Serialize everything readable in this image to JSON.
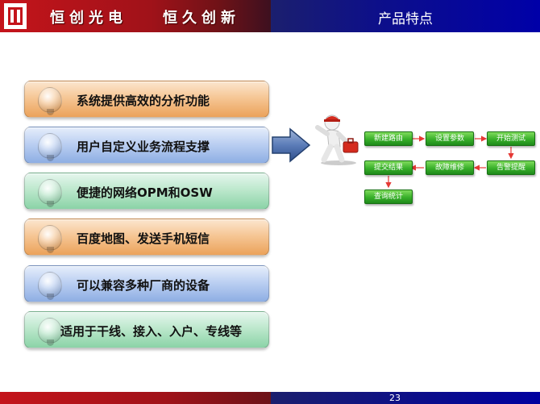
{
  "header": {
    "brand_left": "恒创光电",
    "brand_right": "恒久创新",
    "title": "产品特点"
  },
  "features": [
    {
      "label": "系统提供高效的分析功能",
      "color": "orange"
    },
    {
      "label": "用户自定义业务流程支撑",
      "color": "blue"
    },
    {
      "label": "便捷的网络OPM和OSW",
      "color": "green"
    },
    {
      "label": "百度地图、发送手机短信",
      "color": "orange"
    },
    {
      "label": "可以兼容多种厂商的设备",
      "color": "blue"
    },
    {
      "label": "适用于干线、接入、入户、专线等",
      "color": "green"
    }
  ],
  "flow": {
    "steps": [
      "新建路由",
      "设置参数",
      "开始测试",
      "告警提醒",
      "故障维修",
      "提交结果",
      "查询统计"
    ]
  },
  "footer": {
    "page_number": "23"
  },
  "colors": {
    "header_red": "#c4141b",
    "header_blue": "#0000a8",
    "flow_green": "#38b02a",
    "flow_arrow": "#e53935"
  }
}
